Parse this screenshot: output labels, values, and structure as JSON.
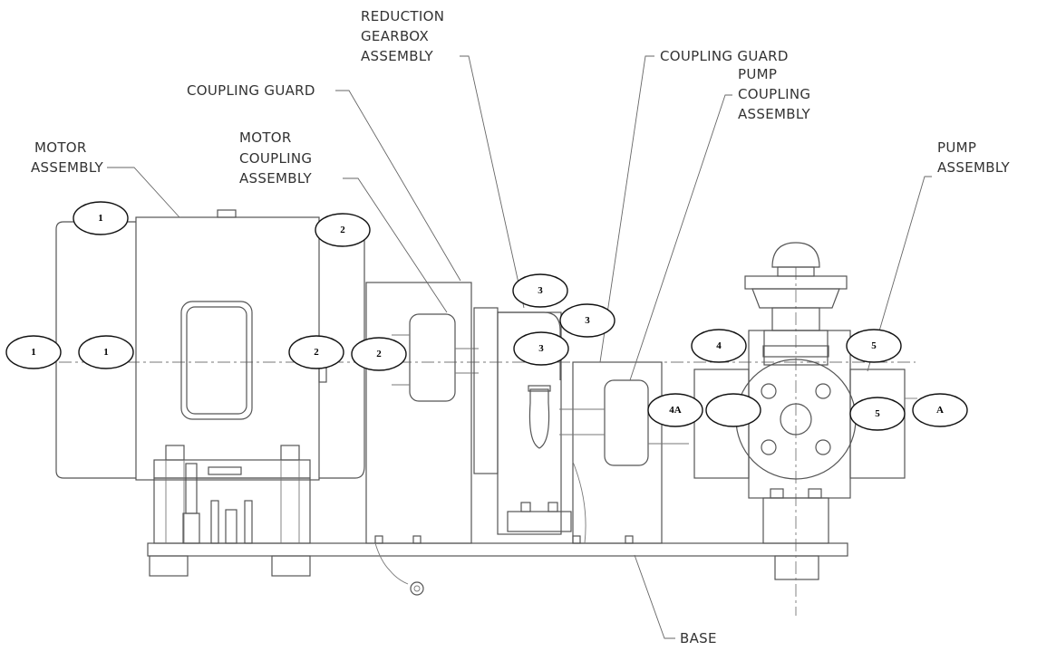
{
  "labels": {
    "motor_assembly": [
      "MOTOR",
      "ASSEMBLY"
    ],
    "motor_coupling_assembly": [
      "MOTOR",
      "COUPLING",
      "ASSEMBLY"
    ],
    "coupling_guard_left": [
      "COUPLING GUARD"
    ],
    "reduction_gearbox_assembly": [
      "REDUCTION",
      "GEARBOX",
      "ASSEMBLY"
    ],
    "coupling_guard_right": [
      "COUPLING GUARD"
    ],
    "pump_coupling_assembly": [
      "PUMP",
      "COUPLING",
      "ASSEMBLY"
    ],
    "pump_assembly": [
      "PUMP",
      "ASSEMBLY"
    ],
    "base": [
      "BASE"
    ]
  },
  "callouts": [
    {
      "id": "c1a",
      "text": "1"
    },
    {
      "id": "c1b",
      "text": "1"
    },
    {
      "id": "c1c",
      "text": "1"
    },
    {
      "id": "c2a",
      "text": "2"
    },
    {
      "id": "c2b",
      "text": "2"
    },
    {
      "id": "c2c",
      "text": "2"
    },
    {
      "id": "c3a",
      "text": "3"
    },
    {
      "id": "c3b",
      "text": "3"
    },
    {
      "id": "c3c",
      "text": "3"
    },
    {
      "id": "c4",
      "text": "4"
    },
    {
      "id": "c4a",
      "text": "4A"
    },
    {
      "id": "c4blank",
      "text": ""
    },
    {
      "id": "c5a",
      "text": "5"
    },
    {
      "id": "c5b",
      "text": "5"
    },
    {
      "id": "cA",
      "text": "A"
    }
  ]
}
